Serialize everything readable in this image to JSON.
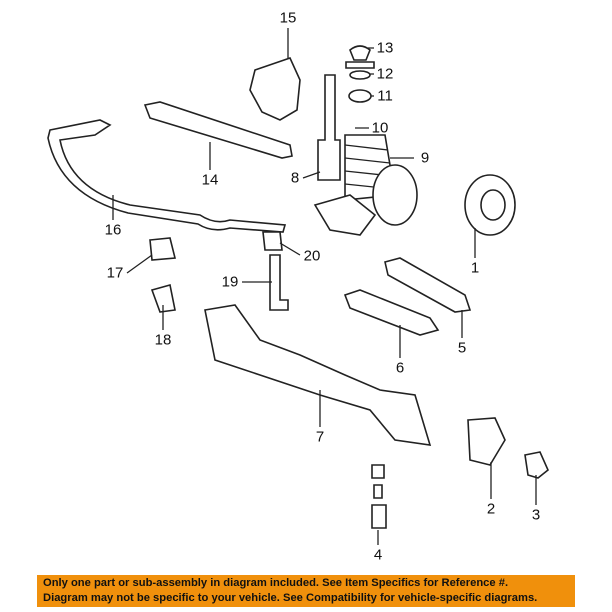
{
  "callouts": {
    "c1": "1",
    "c2": "2",
    "c3": "3",
    "c4": "4",
    "c5": "5",
    "c6": "6",
    "c7": "7",
    "c8": "8",
    "c9": "9",
    "c10": "10",
    "c11": "11",
    "c12": "12",
    "c13": "13",
    "c14": "14",
    "c15": "15",
    "c16": "16",
    "c17": "17",
    "c18": "18",
    "c19": "19",
    "c20": "20"
  },
  "banner": {
    "line1": "Only one part or sub-assembly in diagram included. See Item Specifics for Reference #.",
    "line2": "Diagram may not be specific to your vehicle. See Compatibility for vehicle-specific diagrams.",
    "color": "#f0900c"
  }
}
